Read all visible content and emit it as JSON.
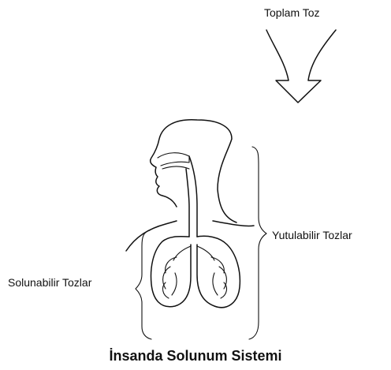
{
  "labels": {
    "total_dust": "Toplam Toz",
    "inhalable_dust": "Yutulabilir Tozlar",
    "respirable_dust": "Solunabilir Tozlar",
    "title": "İnsanda Solunum Sistemi"
  }
}
